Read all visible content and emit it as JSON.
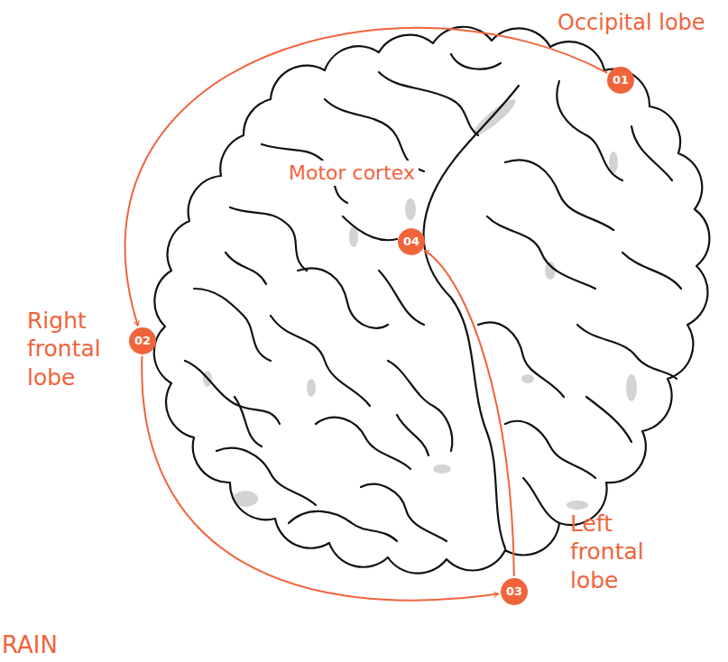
{
  "diagram": {
    "nodes": [
      {
        "text": [
          "Occipital lobe",
          "01"
        ]
      },
      {
        "text": [
          "Right frontal lobe",
          "02"
        ]
      },
      {
        "text": [
          "Left frontal lobe",
          "03"
        ]
      },
      {
        "text": [
          "Motor cortex",
          "04"
        ]
      }
    ],
    "edges": [
      {
        "from": 0,
        "to": 1,
        "arrow": "to"
      },
      {
        "from": 1,
        "to": 2,
        "arrow": "to"
      },
      {
        "from": 2,
        "to": 3,
        "arrow": "to"
      }
    ],
    "labels": [
      "RAIN"
    ]
  }
}
